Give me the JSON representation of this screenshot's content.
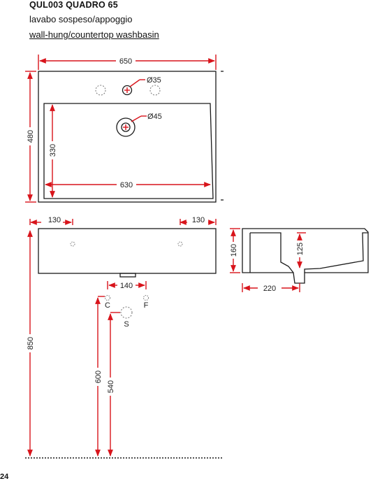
{
  "header": {
    "code_name": "QUL003 QUADRO 65",
    "description_it": "lavabo sospeso/appoggio",
    "description_en": "wall-hung/countertop washbasin"
  },
  "colors": {
    "dimension": "#d8141b",
    "outline": "#1a1a1a"
  },
  "dimensions": {
    "width": "650",
    "height": "480",
    "inner_width": "630",
    "inner_height": "330",
    "tap_hole": "Ø35",
    "drain": "Ø45",
    "side_left": "130",
    "side_right": "130",
    "thickness": "160",
    "bowl_depth": "125",
    "depth": "220",
    "pipe_spacing": "140",
    "mount_height": "850",
    "pipe_height_cf": "600",
    "pipe_height_s": "540"
  },
  "pipe_labels": {
    "cold": "C",
    "hot": "F",
    "drain": "S"
  },
  "footer_fragment": "24"
}
